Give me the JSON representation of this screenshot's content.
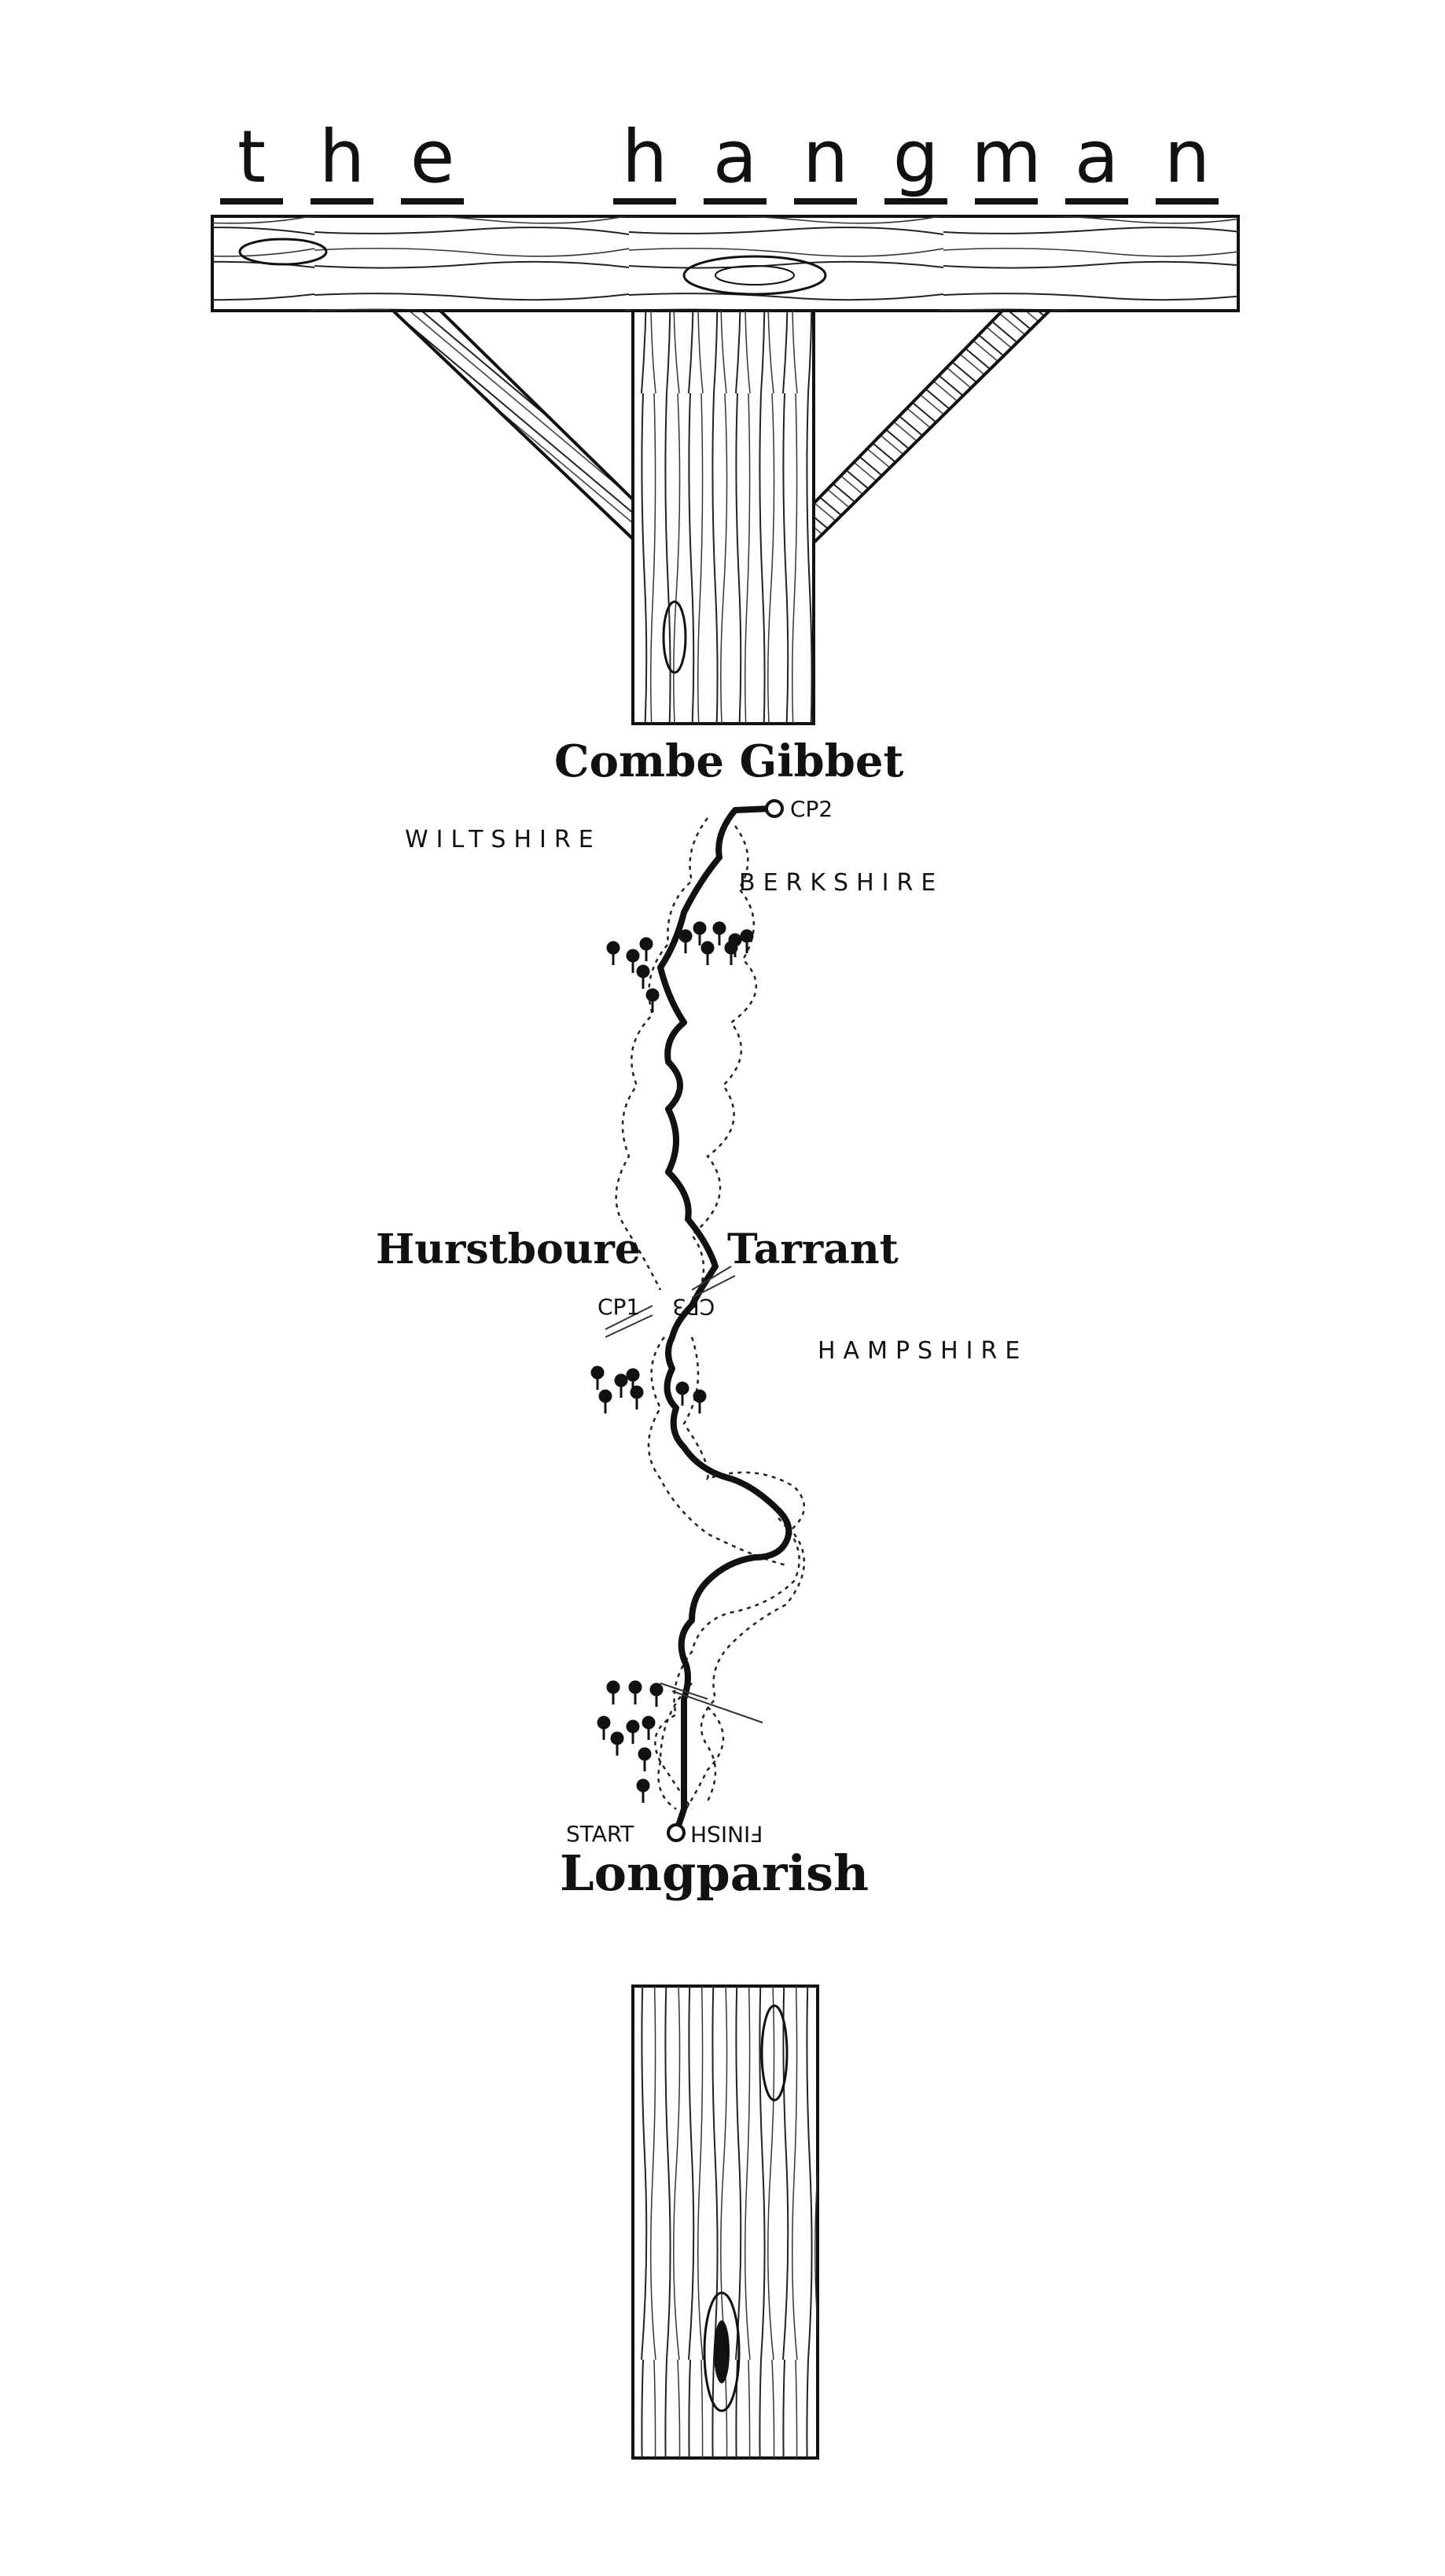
{
  "title": {
    "word1": [
      "t",
      "h",
      "e"
    ],
    "word2": [
      "h",
      "a",
      "n",
      "g",
      "m",
      "a",
      "n"
    ]
  },
  "places": {
    "top": "Combe Gibbet",
    "middle_left": "Hurstboure",
    "middle_right": "Tarrant",
    "bottom": "Longparish"
  },
  "counties": {
    "wiltshire": "WILTSHIRE",
    "berkshire": "BERKSHIRE",
    "hampshire": "HAMPSHIRE"
  },
  "checkpoints": {
    "cp2": "CP2",
    "cp1": "CP1",
    "cp3": "CP3",
    "start": "START",
    "finish": "FINISH"
  },
  "colors": {
    "ink": "#111111",
    "background": "#ffffff"
  }
}
